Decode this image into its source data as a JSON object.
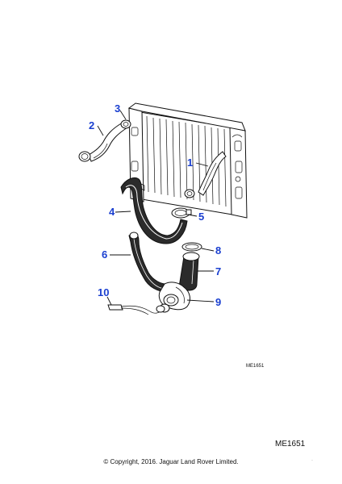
{
  "diagram": {
    "drawing_ref": "ME1651",
    "callout_color": "#1a3fd0",
    "callouts": [
      "1",
      "2",
      "3",
      "4",
      "5",
      "6",
      "7",
      "8",
      "9",
      "10"
    ]
  },
  "footer": {
    "ref": "ME1651",
    "copyright": "© Copyright, 2016. Jaguar Land Rover Limited."
  },
  "corner_mark": "·"
}
